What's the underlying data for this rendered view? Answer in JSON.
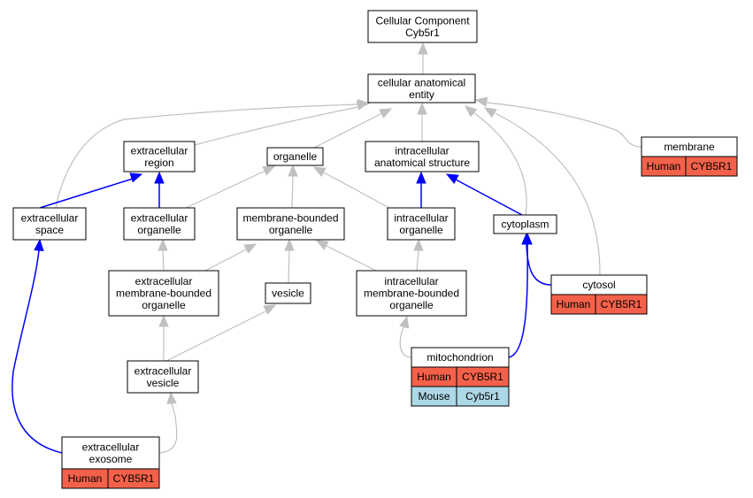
{
  "nodes": {
    "root": {
      "lines": [
        "Cellular Component",
        "Cyb5r1"
      ]
    },
    "cae": {
      "lines": [
        "cellular anatomical",
        "entity"
      ]
    },
    "exreg": {
      "lines": [
        "extracellular",
        "region"
      ]
    },
    "organelle": {
      "lines": [
        "organelle"
      ]
    },
    "ias": {
      "lines": [
        "intracellular",
        "anatomical structure"
      ]
    },
    "membrane": {
      "lines": [
        "membrane"
      ],
      "rows": [
        [
          "Human",
          "CYB5R1"
        ]
      ]
    },
    "exspace": {
      "lines": [
        "extracellular",
        "space"
      ]
    },
    "exorg": {
      "lines": [
        "extracellular",
        "organelle"
      ]
    },
    "mbo": {
      "lines": [
        "membrane-bounded",
        "organelle"
      ]
    },
    "intorg": {
      "lines": [
        "intracellular",
        "organelle"
      ]
    },
    "cytoplasm": {
      "lines": [
        "cytoplasm"
      ]
    },
    "exmbo": {
      "lines": [
        "extracellular",
        "membrane-bounded",
        "organelle"
      ]
    },
    "vesicle": {
      "lines": [
        "vesicle"
      ]
    },
    "intmbo": {
      "lines": [
        "intracellular",
        "membrane-bounded",
        "organelle"
      ]
    },
    "cytosol": {
      "lines": [
        "cytosol"
      ],
      "rows": [
        [
          "Human",
          "CYB5R1"
        ]
      ]
    },
    "exves": {
      "lines": [
        "extracellular",
        "vesicle"
      ]
    },
    "mito": {
      "lines": [
        "mitochondrion"
      ],
      "rows": [
        [
          "Human",
          "CYB5R1"
        ],
        [
          "Mouse",
          "Cyb5r1"
        ]
      ]
    },
    "exosome": {
      "lines": [
        "extracellular",
        "exosome"
      ],
      "rows": [
        [
          "Human",
          "CYB5R1"
        ]
      ]
    }
  },
  "colors": {
    "human": "#f4614a",
    "mouse": "#add8e6",
    "edge_gray": "#c0c0c0",
    "edge_blue": "#0000ff"
  }
}
